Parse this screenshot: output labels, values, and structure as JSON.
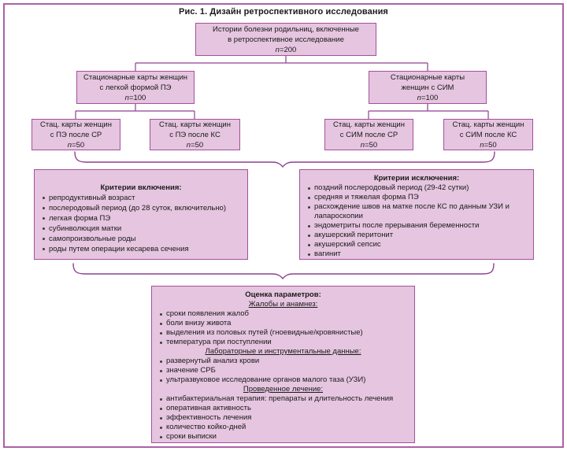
{
  "figure": {
    "title": "Рис. 1. Дизайн ретроспективного исследования"
  },
  "colors": {
    "box_fill": "#e5c5df",
    "box_border": "#a4509c",
    "line": "#8e4190",
    "frame": "#aa62a6",
    "text": "#1a1a1a"
  },
  "tree": {
    "root": {
      "lines": [
        "Истории болезни родильниц, включенные",
        "в ретроспективное исследование"
      ],
      "n_prefix": "n",
      "n_suffix": "=200"
    },
    "level2": [
      {
        "lines": [
          "Стационарные карты женщин",
          "с легкой формой ПЭ"
        ],
        "n_prefix": "n",
        "n_suffix": "=100"
      },
      {
        "lines": [
          "Стационарные карты",
          "женщин с СИМ"
        ],
        "n_prefix": "n",
        "n_suffix": "=100"
      }
    ],
    "level3": [
      {
        "lines": [
          "Стац. карты женщин",
          "с ПЭ после СР"
        ],
        "n_prefix": "n",
        "n_suffix": "=50"
      },
      {
        "lines": [
          "Стац. карты женщин",
          "с ПЭ после КС"
        ],
        "n_prefix": "n",
        "n_suffix": "=50"
      },
      {
        "lines": [
          "Стац. карты женщин",
          "с СИМ после СР"
        ],
        "n_prefix": "n",
        "n_suffix": "=50"
      },
      {
        "lines": [
          "Стац. карты женщин",
          "с СИМ после КС"
        ],
        "n_prefix": "n",
        "n_suffix": "=50"
      }
    ]
  },
  "criteria": {
    "inclusion": {
      "title": "Критерии включения:",
      "items": [
        "репродуктивный возраст",
        "послеродовый период (до 28 суток, включительно)",
        "легкая форма ПЭ",
        "субинволюция матки",
        "самопроизвольные роды",
        "роды путем операции кесарева сечения"
      ]
    },
    "exclusion": {
      "title": "Критерии исключения:",
      "items": [
        "поздний послеродовый период (29-42 сутки)",
        "средняя и тяжелая форма ПЭ",
        "расхождение швов на матке после КС по данным УЗИ и лапароскопии",
        "эндометриты после прерывания беременности",
        "акушерский перитонит",
        "акушерский сепсис",
        "вагинит"
      ]
    }
  },
  "parameters": {
    "title": "Оценка параметров:",
    "sections": [
      {
        "heading": "Жалобы и анамнез:",
        "items": [
          "сроки появления жалоб",
          "боли внизу живота",
          "выделения из половых путей (гноевидные/кровянистые)",
          "температура при поступлении"
        ]
      },
      {
        "heading": "Лабораторные и инструментальные данные:",
        "items": [
          "развернутый анализ крови",
          "значение СРБ",
          "ультразвуковое исследование органов малого таза (УЗИ)"
        ]
      },
      {
        "heading": "Проведенное лечение:",
        "items": [
          "антибактериальная терапия: препараты и длительность лечения",
          "оперативная активность",
          "эффективность лечения",
          "количество койко-дней",
          "сроки выписки"
        ]
      }
    ]
  }
}
